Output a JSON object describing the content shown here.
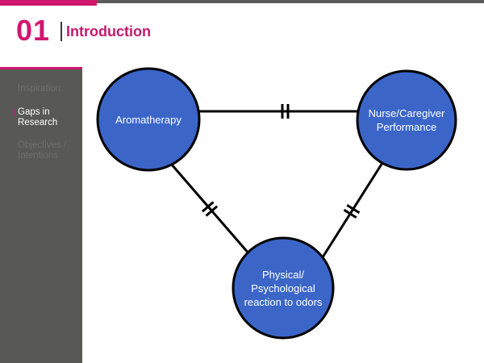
{
  "header": {
    "slide_number": "01",
    "title": "Introduction"
  },
  "sidebar": {
    "items": [
      {
        "label": "Inspiration",
        "active": false
      },
      {
        "label": "Gaps in Research",
        "active": true
      },
      {
        "label": "Objectives / Intentions",
        "active": false
      }
    ]
  },
  "diagram": {
    "nodes": [
      {
        "id": "aromatherapy",
        "label": "Aromatherapy"
      },
      {
        "id": "nurse",
        "label": "Nurse/Caregiver Performance"
      },
      {
        "id": "reaction",
        "label": "Physical/ Psychological reaction to odors"
      }
    ],
    "edges": [
      {
        "from": "aromatherapy",
        "to": "nurse",
        "marker": "double-bar"
      },
      {
        "from": "aromatherapy",
        "to": "reaction",
        "marker": "double-bar"
      },
      {
        "from": "nurse",
        "to": "reaction",
        "marker": "double-bar"
      }
    ]
  },
  "colors": {
    "accent": "#d0176e",
    "node_fill": "#3b66c8",
    "node_stroke": "#000000",
    "sidebar_bg": "#585855"
  }
}
